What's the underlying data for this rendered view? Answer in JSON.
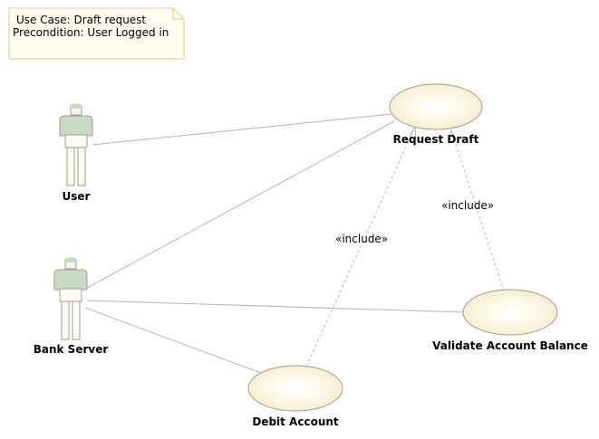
{
  "note": {
    "line1": "Use Case: Draft request",
    "line2": "Precondition: User Logged in"
  },
  "actors": {
    "user": "User",
    "bank_server": "Bank Server"
  },
  "use_cases": {
    "request_draft": "Request Draft",
    "validate_balance": "Validate Account Balance",
    "debit_account": "Debit Account"
  },
  "relations": {
    "include_left": "«include»",
    "include_right": "«include»"
  },
  "colors": {
    "usecase_fill": "#fdf8e6",
    "usecase_stroke": "#a09c8c",
    "actor_fill": "#c8dcc4",
    "line": "#b4b4b4",
    "note_fill": "#fffdf0",
    "note_stroke": "#e6c88c"
  }
}
